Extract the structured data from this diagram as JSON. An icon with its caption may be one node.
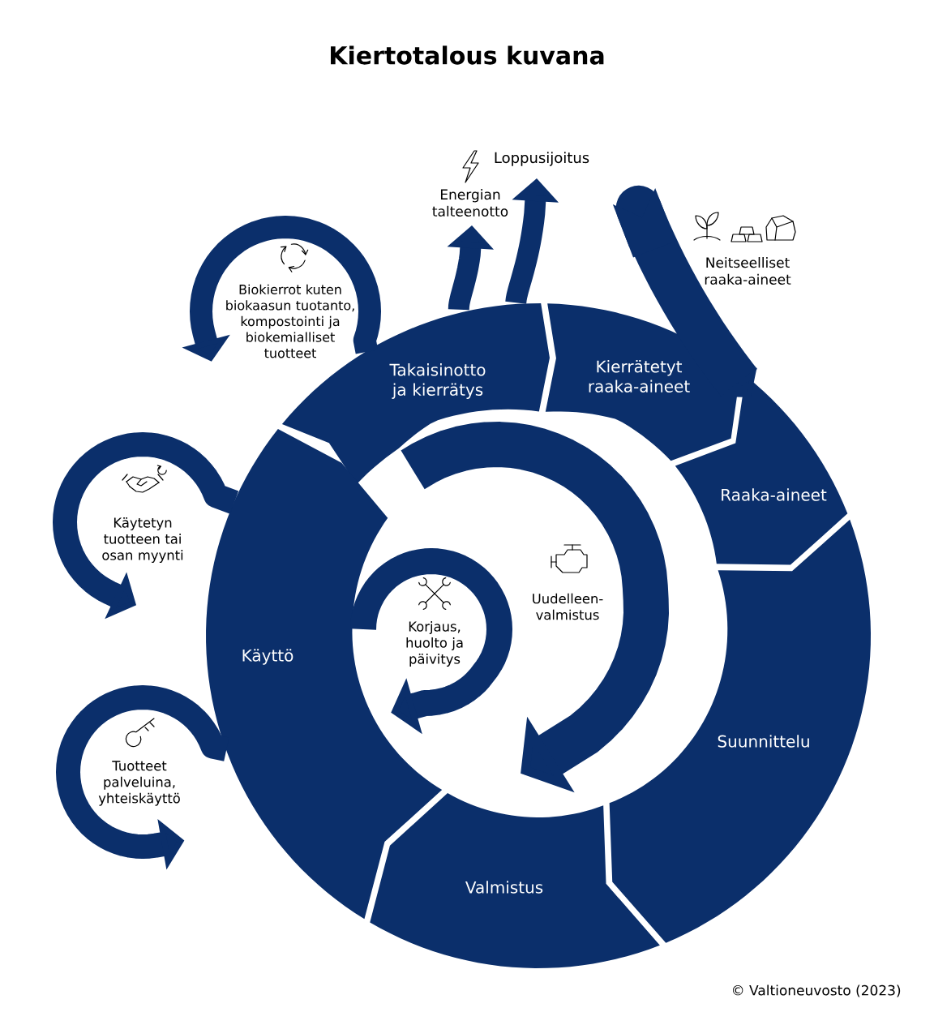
{
  "diagram": {
    "title": "Kiertotalous kuvana",
    "nodes": [
      {
        "text": [
          "Loppusijoitus"
        ]
      },
      {
        "text": [
          "Energian talteenotto"
        ]
      },
      {
        "text": [
          "Neitseelliset raaka-aineet"
        ]
      },
      {
        "text": [
          "Biokierrot kuten biokaasun tuotanto, kompostointi ja biokemialliset tuotteet"
        ]
      },
      {
        "text": [
          "Takaisinotto ja kierrätys"
        ]
      },
      {
        "text": [
          "Kierrätetyt raaka-aineet"
        ]
      },
      {
        "text": [
          "Raaka-aineet"
        ]
      },
      {
        "text": [
          "Käytetyn tuotteen tai osan myynti"
        ]
      },
      {
        "text": [
          "Käyttö"
        ]
      },
      {
        "text": [
          "Suunnittelu"
        ]
      },
      {
        "text": [
          "Tuotteet palveluina, yhteiskäyttö"
        ]
      },
      {
        "text": [
          "Valmistus"
        ]
      }
    ],
    "edges": [
      {
        "from": 2,
        "to": 6,
        "arrow": "to",
        "style": "thick"
      },
      {
        "from": 4,
        "to": 1,
        "arrow": "to"
      },
      {
        "from": 4,
        "to": 0,
        "arrow": "to"
      },
      {
        "from": 4,
        "to": 3,
        "arrow": "to"
      },
      {
        "from": 8,
        "to": 7,
        "arrow": "to"
      },
      {
        "from": 8,
        "to": 8,
        "arrow": "to",
        "label": "Korjaus, huolto ja päivitys"
      },
      {
        "from": 8,
        "to": 10,
        "arrow": "to"
      },
      {
        "from": 4,
        "to": 11,
        "arrow": "to",
        "label": "Uudelleen- valmistus",
        "style": "thick"
      }
    ],
    "labels": [
      "© Valtioneuvosto (2023)"
    ]
  }
}
